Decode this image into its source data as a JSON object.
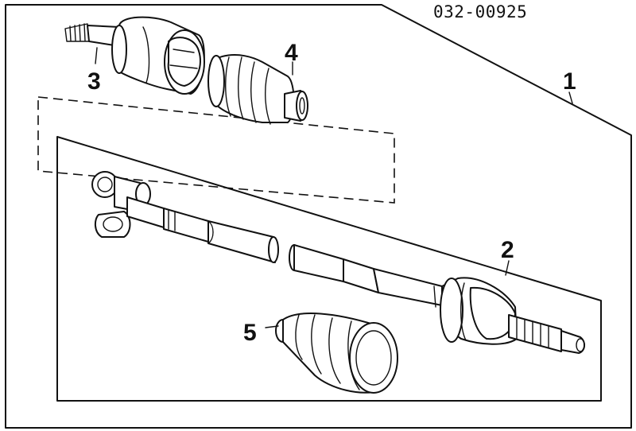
{
  "diagram": {
    "part_number": "032-00925",
    "callouts": {
      "assembly": "1",
      "shaft_assembly": "2",
      "outer_joint": "3",
      "inner_boot": "4",
      "outer_boot": "5"
    }
  }
}
